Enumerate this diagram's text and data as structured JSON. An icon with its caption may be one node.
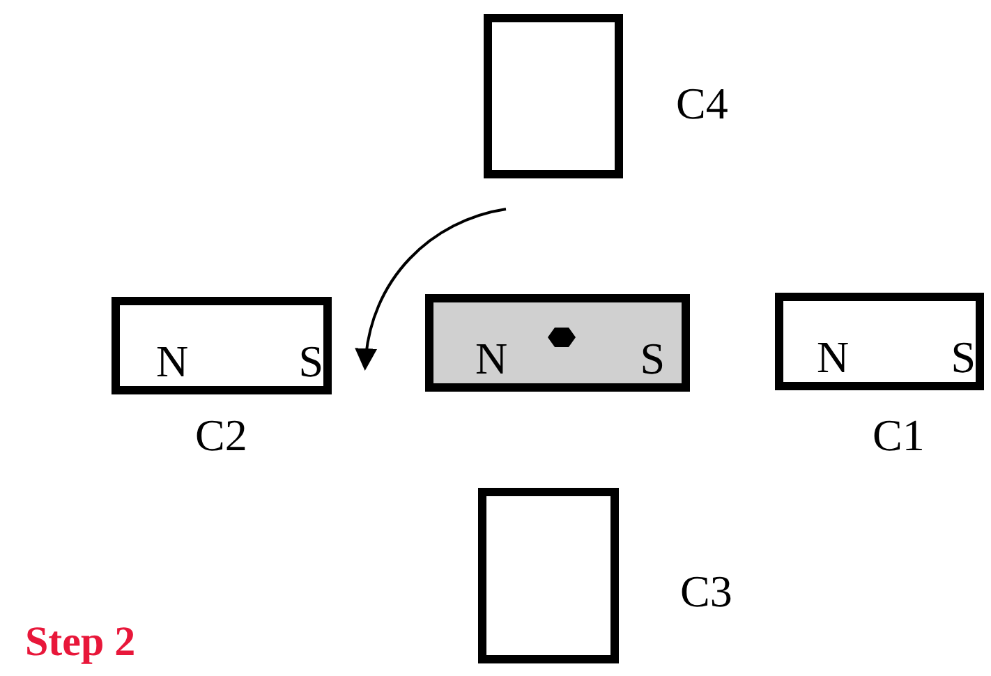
{
  "diagram": {
    "title": "Step 2",
    "nodes": [
      {
        "text": [],
        "shape": "box",
        "beside": [
          "C4"
        ]
      },
      {
        "text": [
          "N",
          "S"
        ],
        "beside": [
          "C2"
        ]
      },
      {
        "text": [
          "N",
          "S"
        ]
      },
      {
        "text": [
          "N",
          "S"
        ],
        "beside": [
          "C1"
        ]
      },
      {
        "text": [],
        "shape": "box",
        "beside": [
          "C3"
        ]
      }
    ]
  }
}
